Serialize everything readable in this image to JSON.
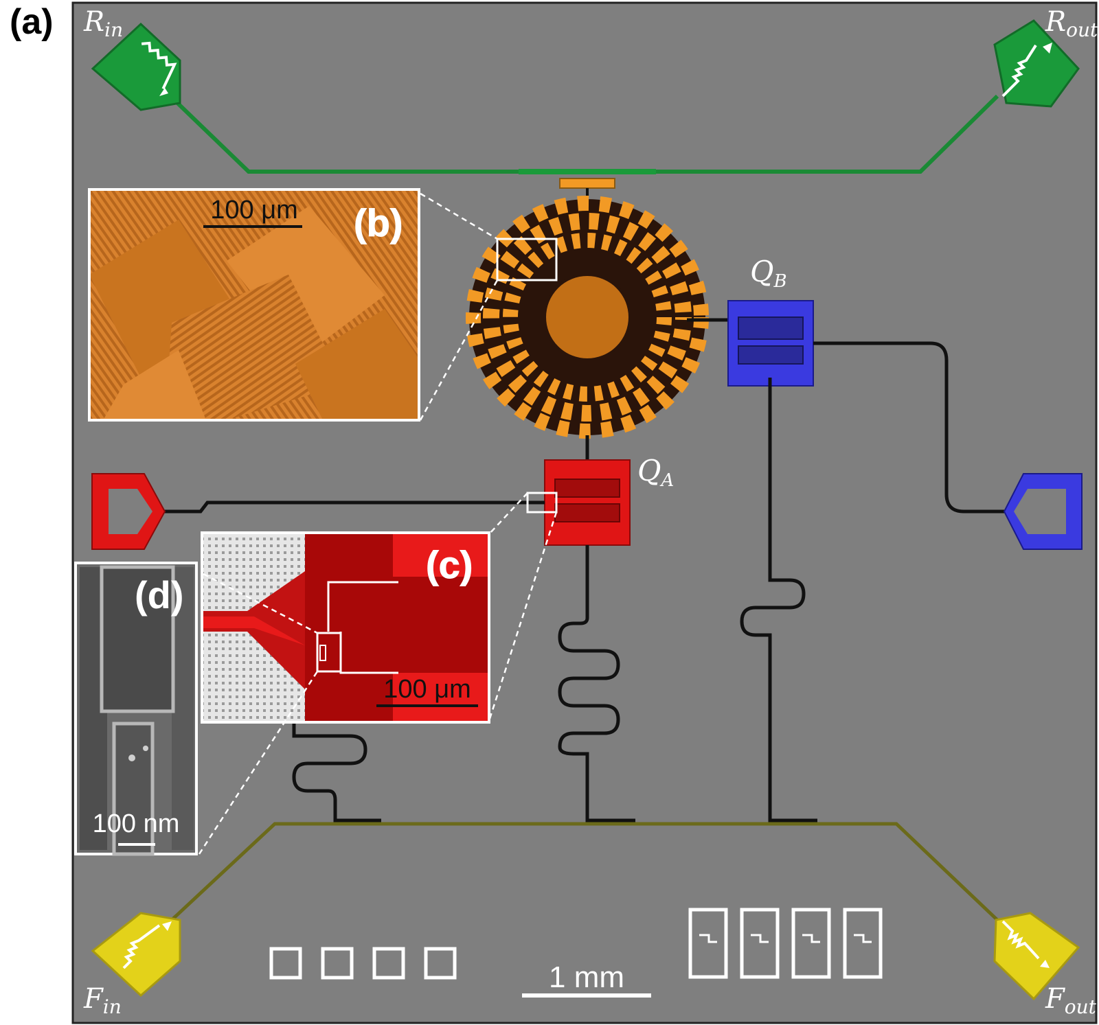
{
  "figure": {
    "panel_a_label": "(a)",
    "panel_b_label": "(b)",
    "panel_c_label": "(c)",
    "panel_d_label": "(d)"
  },
  "ports": {
    "r_in": {
      "main": "R",
      "sub": "in"
    },
    "r_out": {
      "main": "R",
      "sub": "out"
    },
    "f_in": {
      "main": "F",
      "sub": "in"
    },
    "f_out": {
      "main": "F",
      "sub": "out"
    }
  },
  "qubits": {
    "qa": {
      "main": "Q",
      "sub": "A"
    },
    "qb": {
      "main": "Q",
      "sub": "B"
    }
  },
  "scale_bars": {
    "main": "1 mm",
    "inset_b": "100 μm",
    "inset_c": "100 μm",
    "inset_d": "100 nm"
  },
  "colors": {
    "chip_background": "#7f7f7f",
    "readout": "#1a9a3a",
    "flux": "#e3d21a",
    "qubit_a": "#e01515",
    "qubit_b": "#3a3ae0",
    "resonator": "#f29a25",
    "inset_b_bg": "#d9822e",
    "inset_c_bg": "#c21212"
  }
}
